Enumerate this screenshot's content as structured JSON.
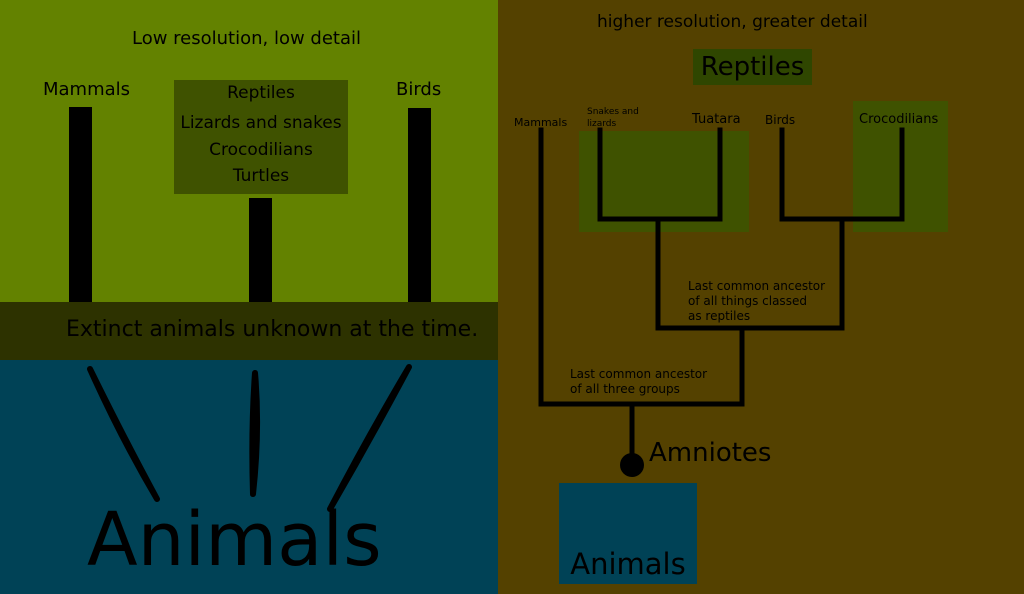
{
  "left": {
    "heading": "Low resolution, low detail",
    "mammals": "Mammals",
    "birds": "Birds",
    "reptile_group": [
      "Reptiles",
      "Lizards and snakes",
      "Crocodilians",
      "Turtles"
    ],
    "extinct_note": "Extinct animals unknown at the time.",
    "animals": "Animals"
  },
  "right": {
    "heading": "higher resolution, greater detail",
    "reptiles_title": "Reptiles",
    "mammals": "Mammals",
    "snakes_line1": "Snakes and",
    "snakes_line2": "lizards",
    "tuatara": "Tuatara",
    "birds": "Birds",
    "crocodilians": "Crocodilians",
    "reptile_ancestor": [
      "Last common ancestor",
      "of all things classed",
      "as reptiles"
    ],
    "three_ancestor": [
      "Last common ancestor",
      "of all three groups"
    ],
    "amniotes": "Amniotes",
    "animals": "Animals"
  },
  "colors": {
    "left_top_bg": "#638200",
    "band_bg": "#2d3200",
    "left_bottom_bg": "#004256",
    "right_bg": "#544100",
    "reptile_box": "#3f5200",
    "reptiles_title_box": "#2f4600",
    "animals_box": "#004256"
  }
}
